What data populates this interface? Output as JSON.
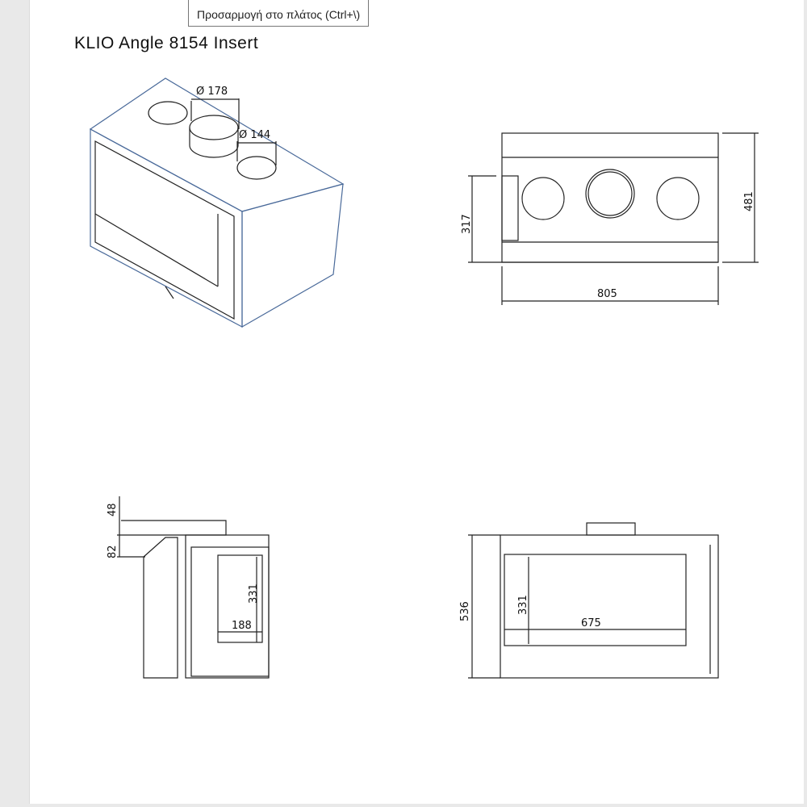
{
  "viewer": {
    "tooltip": "Προσαρμογή στο πλάτος (Ctrl+\\)"
  },
  "document": {
    "title": "KLIO Angle 8154 Insert",
    "dimensions": {
      "flue_diameter": "Ø 178",
      "vent_diameter": "Ø 144",
      "rear_height_317": "317",
      "rear_height_481": "481",
      "rear_width_805": "805",
      "side_48": "48",
      "side_82": "82",
      "side_glass_height": "331",
      "side_glass_width": "188",
      "front_height_536": "536",
      "front_glass_height": "331",
      "front_glass_width": "675"
    }
  },
  "colors": {
    "line": "#222222",
    "edge": "#4a6a9a"
  }
}
